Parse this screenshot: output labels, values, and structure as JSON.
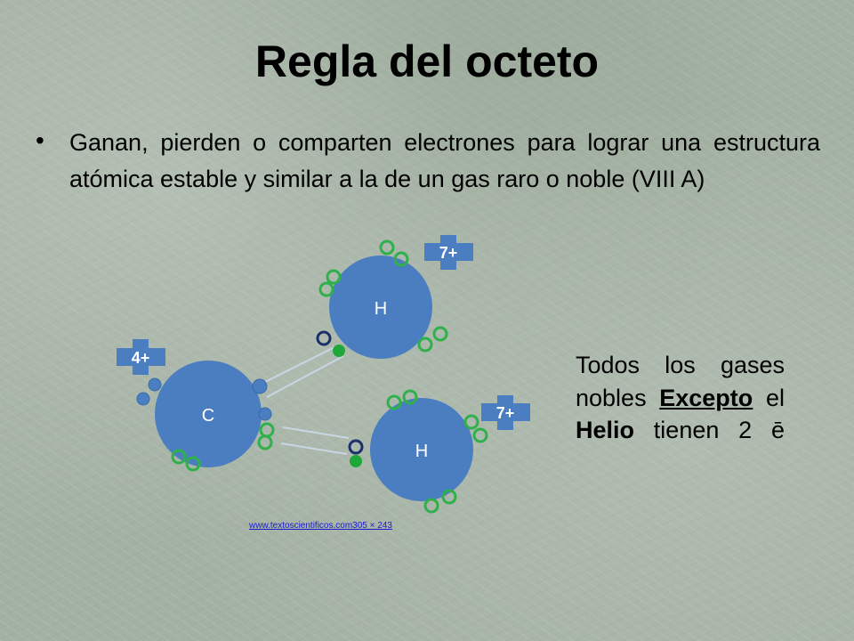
{
  "slide": {
    "title": "Regla del octeto",
    "bullet": "Ganan, pierden o comparten electrones para lograr una estructura atómica estable y similar a la de un gas raro o noble   (VIII A)",
    "side_note": {
      "part1": "Todos los gases nobles ",
      "excepto": "Excepto",
      "part2": " el ",
      "helio": "Helio",
      "part3": " tienen 2 ē"
    },
    "source_link": "www.textoscientificos.com305 × 243"
  },
  "diagram": {
    "atom_labels": {
      "carbon": "C",
      "hydrogen_top": "H",
      "hydrogen_bottom": "H"
    },
    "charge_labels": {
      "carbon": "4+",
      "hydrogen_top": "7+",
      "hydrogen_bottom": "7+"
    },
    "colors": {
      "atom_fill": "#4a7ec0",
      "badge_fill": "#4a7ec0",
      "electron_blue": "#4a7ec0",
      "electron_green_ring": "#2fb04a",
      "electron_navy_ring": "#1c2f6a",
      "electron_green_fill": "#1fa83a"
    }
  }
}
